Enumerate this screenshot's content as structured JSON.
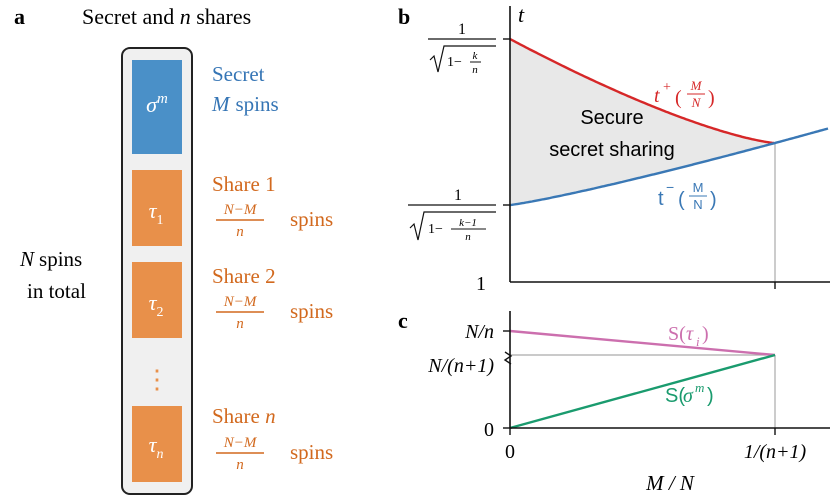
{
  "panel_a": {
    "label": "a",
    "title": "Secret and n shares",
    "secret": {
      "symbol": "σ",
      "sup": "m",
      "label_line1": "Secret",
      "label_line2_var": "M",
      "label_line2_rest": "spins",
      "color": "#4A90C8"
    },
    "shares": [
      {
        "symbol": "τ",
        "sub": "1",
        "label": "Share 1",
        "frac_num": "N−M",
        "frac_den": "n",
        "spins": "spins"
      },
      {
        "symbol": "τ",
        "sub": "2",
        "label": "Share 2",
        "frac_num": "N−M",
        "frac_den": "n",
        "spins": "spins"
      },
      {
        "symbol": "τ",
        "sub": "n",
        "label": "Share n",
        "frac_num": "N−M",
        "frac_den": "n",
        "spins": "spins"
      }
    ],
    "ellipsis": "⋮",
    "total_line1_var": "N",
    "total_line1_rest": "spins",
    "total_line2": "in total",
    "share_color": "#E8904A",
    "share_text_color": "#D2691E",
    "secret_text_color": "#3575B5"
  },
  "panel_b": {
    "label": "b",
    "y_axis_label": "t",
    "y_tick_top": "1/√(1−k/n)",
    "y_tick_mid": "1/√(1−(k−1)/n)",
    "y_tick_bottom": "1",
    "region_label_line1": "Secure",
    "region_label_line2": "secret sharing",
    "curve_plus_label": "t⁺(M/N)",
    "curve_minus_label": "t⁻(M/N)",
    "colors": {
      "plus": "#D62728",
      "minus": "#3A78B5",
      "region": "#E8E8E8"
    }
  },
  "panel_c": {
    "label": "c",
    "y_tick_top": "N/n",
    "y_tick_mid": "N/(n+1)",
    "y_tick_bottom": "0",
    "x_tick_left": "0",
    "x_tick_right": "1/(n+1)",
    "x_axis_label": "M / N",
    "curve_tau_label": "S(τ_i)",
    "curve_sigma_label": "S(σ^m)",
    "colors": {
      "tau": "#CC6FAE",
      "sigma": "#1A9B6E"
    }
  }
}
